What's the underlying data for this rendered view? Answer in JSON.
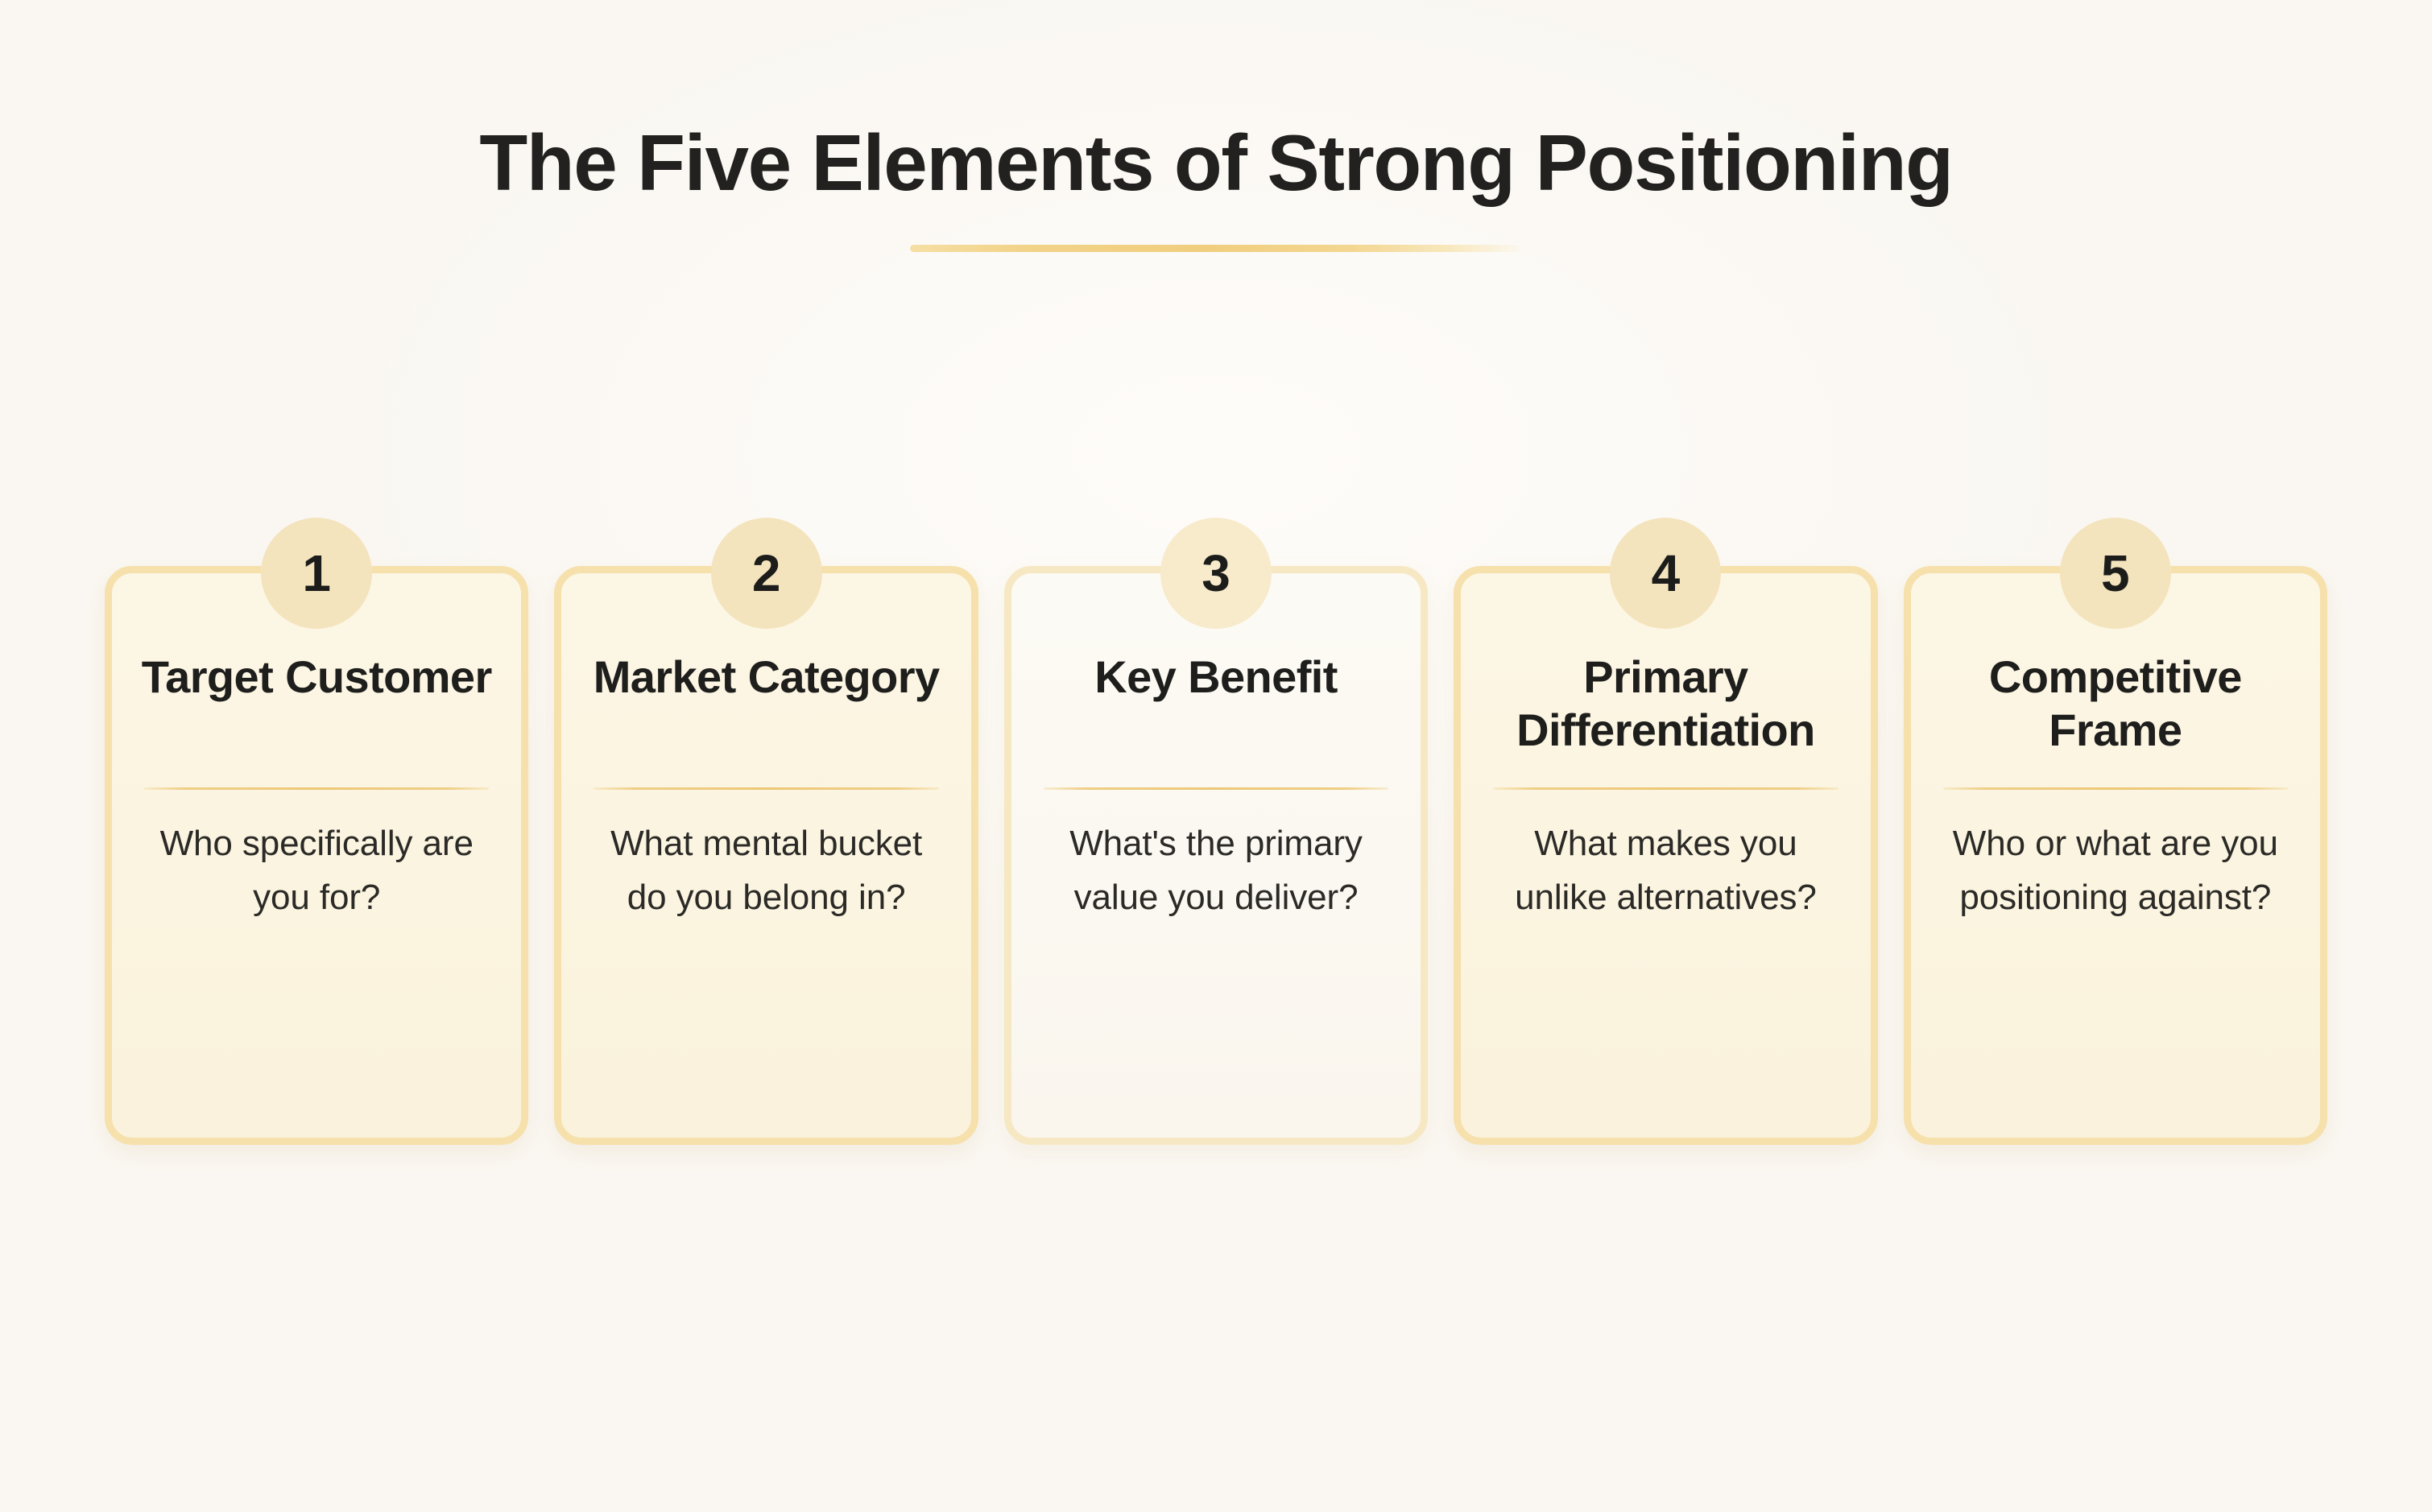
{
  "header": {
    "title": "The Five Elements of Strong Positioning",
    "rule": "decorative-gold-rule"
  },
  "theme": {
    "background": "#FBF8F4",
    "title_color": "#22211F",
    "accent_gold": "#F0CE7E",
    "card_border": "#F6E0AB",
    "card_fill": "#FBF4E0",
    "card_fill_light": "#FBF8F1",
    "badge_fill": "#F4E4BD",
    "divider": "#EDC877",
    "body_text": "#2B2A27"
  },
  "cards": [
    {
      "number": "1",
      "title": "Target Customer",
      "question": "Who specifically are you for?",
      "variant": "default"
    },
    {
      "number": "2",
      "title": "Market Category",
      "question": "What mental bucket do you belong in?",
      "variant": "default"
    },
    {
      "number": "3",
      "title": "Key Benefit",
      "question": "What's the primary value you deliver?",
      "variant": "light"
    },
    {
      "number": "4",
      "title": "Primary Differentiation",
      "question": "What makes you unlike alternatives?",
      "variant": "default"
    },
    {
      "number": "5",
      "title": "Competitive Frame",
      "question": "Who or what are you positioning against?",
      "variant": "default"
    }
  ]
}
